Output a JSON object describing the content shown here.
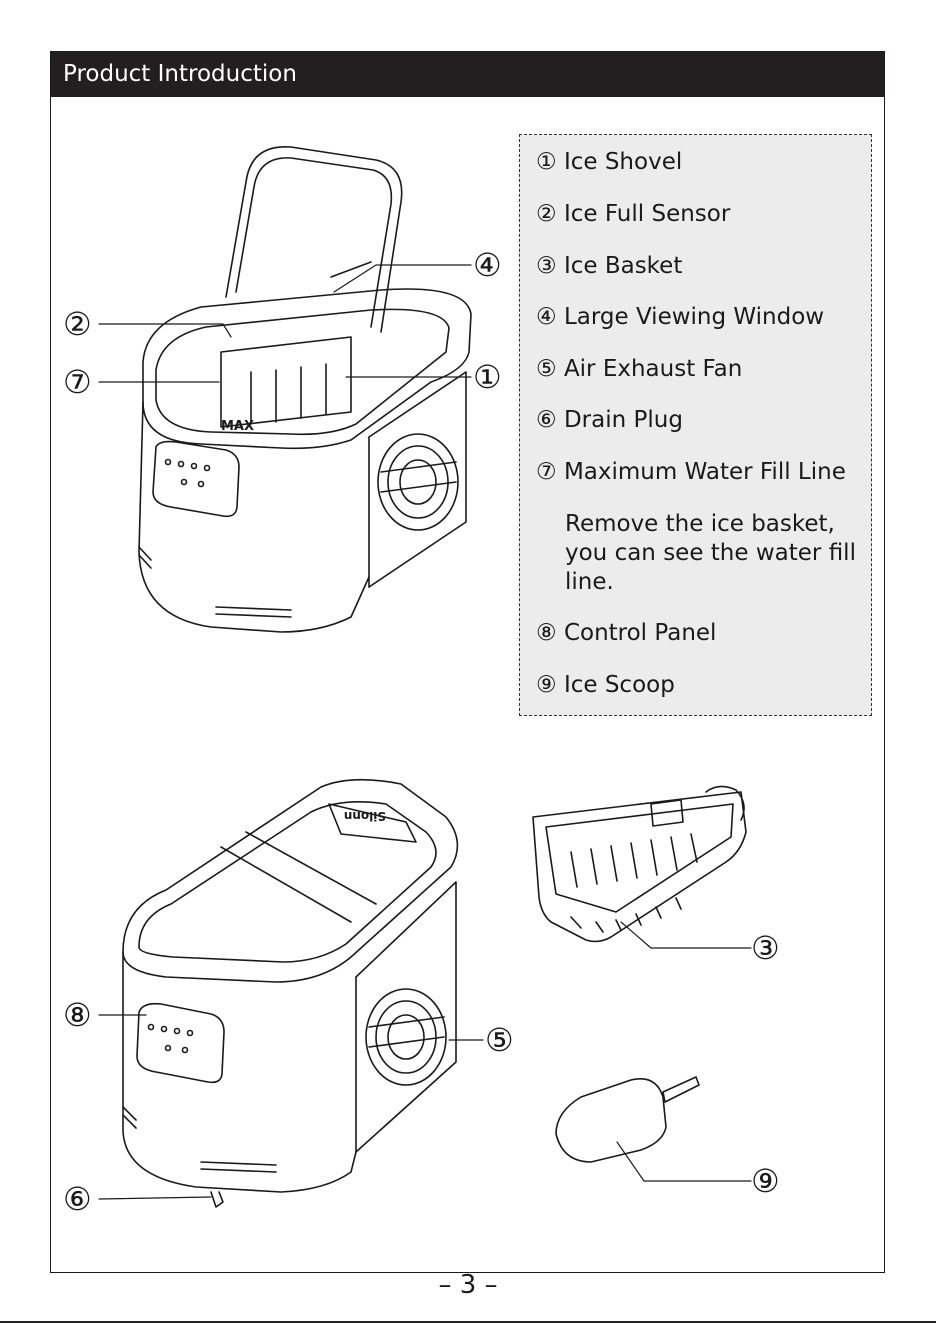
{
  "header": {
    "title": "Product Introduction"
  },
  "legend": {
    "items": [
      {
        "num": "①",
        "label": "Ice Shovel"
      },
      {
        "num": "②",
        "label": "Ice Full Sensor"
      },
      {
        "num": "③",
        "label": "Ice Basket"
      },
      {
        "num": "④",
        "label": "Large Viewing Window"
      },
      {
        "num": "⑤",
        "label": "Air Exhaust Fan"
      },
      {
        "num": "⑥",
        "label": "Drain Plug"
      },
      {
        "num": "⑦",
        "label": "Maximum Water Fill Line"
      },
      {
        "num": "⑧",
        "label": "Control Panel"
      },
      {
        "num": "⑨",
        "label": "Ice Scoop"
      }
    ],
    "note": "Remove the ice basket, you can see the water fill line."
  },
  "callouts": {
    "c1": "①",
    "c2": "②",
    "c3": "③",
    "c4": "④",
    "c5": "⑤",
    "c6": "⑥",
    "c7": "⑦",
    "c8": "⑧",
    "c9": "⑨"
  },
  "illustration": {
    "max_mark": "MAX",
    "brand_logo": "Silonn"
  },
  "page_number": "– 3 –",
  "colors": {
    "header_bg": "#231f20",
    "legend_bg": "#ececec",
    "line": "#1a1a1a"
  }
}
